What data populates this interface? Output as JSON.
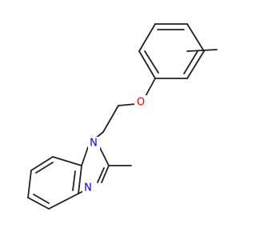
{
  "molecule": {
    "atoms": {
      "oxygen": "O",
      "n1": "N",
      "n3": "N"
    },
    "colors": {
      "bond": "#222222",
      "oxygen": "#ff0000",
      "nitrogen": "#0000ff",
      "background": "#ffffff"
    }
  }
}
